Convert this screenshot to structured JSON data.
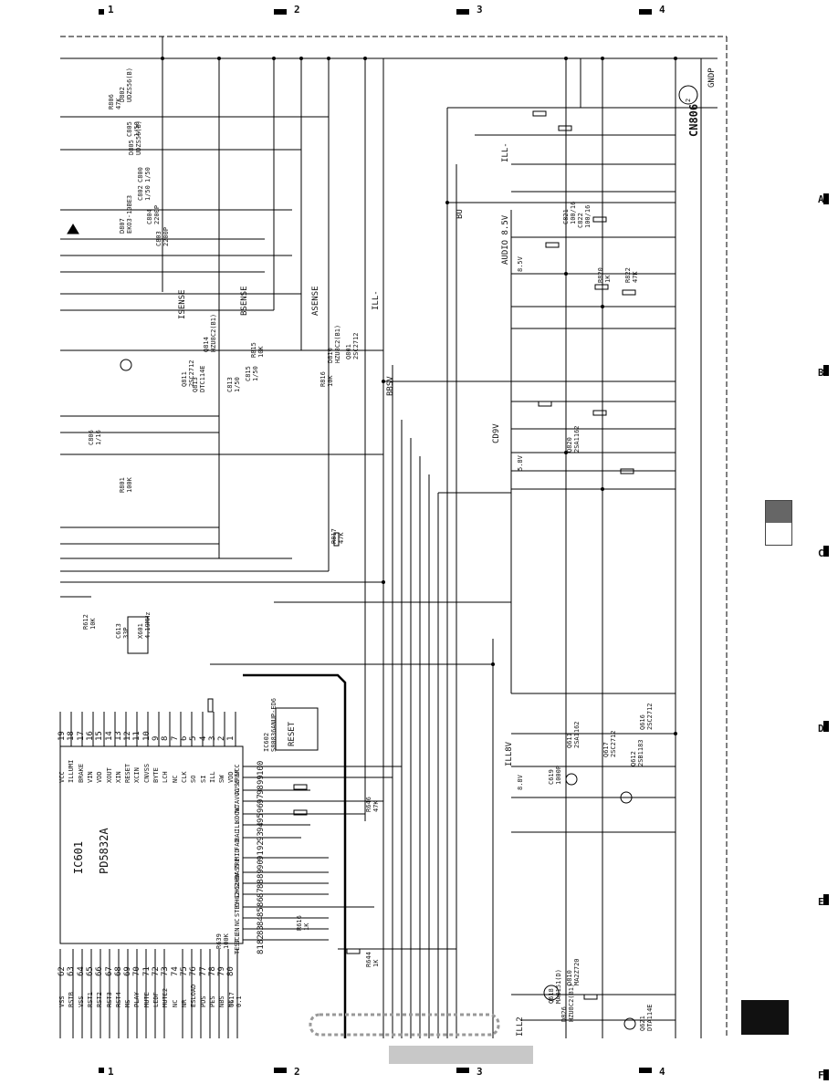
{
  "sheet": {
    "column_markers": [
      "1",
      "2",
      "3",
      "4"
    ],
    "row_markers": [
      "A",
      "B",
      "C",
      "D",
      "E",
      "F"
    ]
  },
  "connector": {
    "ref": "CN806",
    "pin_label": "GNDP",
    "pin_num": "2"
  },
  "ic": {
    "ref": "IC601",
    "part": "PD5832A",
    "reset_ref": "IC602",
    "reset_part": "S80836ANUP-ED6",
    "reset_label": "RESET"
  },
  "nets": {
    "audio": "AUDIO 8.5V",
    "ill_top": "ILL-",
    "ill_mid": "ILL-",
    "bu": "BU",
    "bbsv": "BBSV",
    "cd9v": "CD9V",
    "ill8v": "ILL8V",
    "ill2": "ILL2",
    "isense": "ISENSE",
    "bsense": "BSENSE",
    "asense": "ASENSE",
    "v85": "8.5V",
    "v58": "5.8V",
    "v88": "8.8V"
  },
  "left_pins": [
    "19",
    "18",
    "17",
    "16",
    "15",
    "14",
    "13",
    "12",
    "11",
    "10",
    "9",
    "8",
    "7",
    "6",
    "5",
    "4",
    "3",
    "2",
    "1"
  ],
  "left_pin_names": [
    "VCC",
    "ILLUMI",
    "BRAKE",
    "VIN",
    "VDD",
    "XOUT",
    "XIN",
    "RESET",
    "XCIN",
    "CNVSS",
    "BYTE",
    "LCH",
    "NC",
    "CLK",
    "SO",
    "SI",
    "ILL",
    "SW",
    "VDD"
  ],
  "right_pins": [
    "100",
    "99",
    "98",
    "97",
    "96",
    "95",
    "94",
    "93",
    "92",
    "91",
    "90",
    "89",
    "88",
    "87",
    "86",
    "85",
    "84",
    "83",
    "82",
    "81"
  ],
  "right_pin_names": [
    "VCC",
    "VREF",
    "AVSS",
    "AVCC",
    "NC",
    "KDOWT",
    "ILL-",
    "BAL",
    "FAD",
    "MID",
    "TRE",
    "BASS",
    "SUBW",
    "CHG2+",
    "CHG2-",
    "STBY",
    "NC",
    "EN",
    "SCL",
    "TEST"
  ],
  "bottom_pins": [
    "62",
    "63",
    "64",
    "65",
    "66",
    "67",
    "68",
    "69",
    "70",
    "71",
    "72",
    "73",
    "74",
    "75",
    "76",
    "77",
    "78",
    "79",
    "80"
  ],
  "bottom_pin_names": [
    "VSS",
    "RSTB",
    "VSS",
    "RST1",
    "RST2",
    "RST3",
    "RST4",
    "MS",
    "PLAY",
    "MUTE",
    "LEDF",
    "MUTE2",
    "NC",
    "NR",
    "ESLOAD",
    "PDS",
    "PES",
    "NBS",
    "NC"
  ],
  "components": [
    {
      "ref": "D802",
      "val": "UDZS56(B)"
    },
    {
      "ref": "R806",
      "val": "47K"
    },
    {
      "ref": "C805",
      "val": "1/50"
    },
    {
      "ref": "D805",
      "val": "UDZS56(B)"
    },
    {
      "ref": "C800",
      "val": "1/50"
    },
    {
      "ref": "C802",
      "val": "1/50"
    },
    {
      "ref": "C804",
      "val": "2200P"
    },
    {
      "ref": "C803",
      "val": "2200P"
    },
    {
      "ref": "D807",
      "val": "EKO3-10BE3"
    },
    {
      "ref": "C806",
      "val": "1/16"
    },
    {
      "ref": "R801",
      "val": "100K"
    },
    {
      "ref": "Q811",
      "val": "2SC2712"
    },
    {
      "ref": "Q813",
      "val": "DTC114E"
    },
    {
      "ref": "Q814",
      "val": "HZU8C2(B1)"
    },
    {
      "ref": "C813",
      "val": "1/50"
    },
    {
      "ref": "C815",
      "val": "1/50"
    },
    {
      "ref": "R815",
      "val": "10K"
    },
    {
      "ref": "R816",
      "val": "10K"
    },
    {
      "ref": "D810",
      "val": "HZU8C2(B1)"
    },
    {
      "ref": "Q801",
      "val": "2SC2712"
    },
    {
      "ref": "C821",
      "val": "100/16"
    },
    {
      "ref": "C822",
      "val": "100/16"
    },
    {
      "ref": "R820",
      "val": "1K"
    },
    {
      "ref": "R822",
      "val": "47K"
    },
    {
      "ref": "Q820",
      "val": "2SA1162"
    },
    {
      "ref": "R817",
      "val": "47K"
    },
    {
      "ref": "X601",
      "val": "4.19MHz"
    },
    {
      "ref": "R612",
      "val": "10K"
    },
    {
      "ref": "C613",
      "val": "33P"
    },
    {
      "ref": "R639",
      "val": "100K"
    },
    {
      "ref": "C617",
      "val": "0.1"
    },
    {
      "ref": "R644",
      "val": "1K"
    },
    {
      "ref": "R646",
      "val": "47K"
    },
    {
      "ref": "R616",
      "val": "1K"
    },
    {
      "ref": "C619",
      "val": "1000P"
    },
    {
      "ref": "Q611",
      "val": "2SA1162"
    },
    {
      "ref": "Q612",
      "val": "2SB1183"
    },
    {
      "ref": "Q616",
      "val": "2SC2712"
    },
    {
      "ref": "Q617",
      "val": "2SC2712"
    },
    {
      "ref": "D826",
      "val": "HZU8C2(B1)"
    },
    {
      "ref": "D810",
      "val": "MA2Z720"
    },
    {
      "ref": "Q621",
      "val": "DTA114E"
    },
    {
      "ref": "Q618",
      "val": "MA8151(D)"
    }
  ]
}
